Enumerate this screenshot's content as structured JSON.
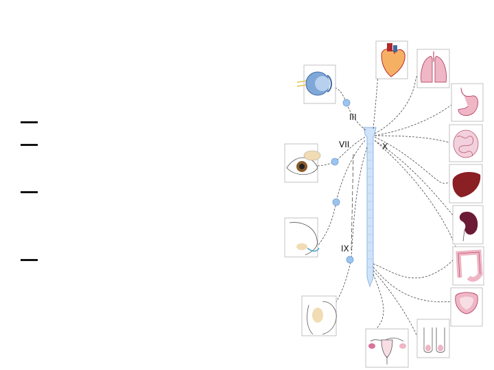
{
  "nerve_labels": {
    "oculomotor": "III",
    "facial": "VII",
    "glossopharyngeal": "IX",
    "vagus": "X"
  },
  "bullets": 4,
  "colors": {
    "cord": "#cfe3fb",
    "cord_stroke": "#8fb5e0",
    "ganglion": "#9cc4ef",
    "dashed": "#444444",
    "organ_red": "#b3282c",
    "organ_pink": "#efb6c6"
  },
  "organs": [
    "eye",
    "lacrimal-gland",
    "submandibular-gland",
    "parotid-gland",
    "heart",
    "lungs",
    "stomach",
    "small-intestine",
    "liver",
    "kidney",
    "large-intestine",
    "bladder",
    "testes",
    "uterus-ovaries"
  ]
}
